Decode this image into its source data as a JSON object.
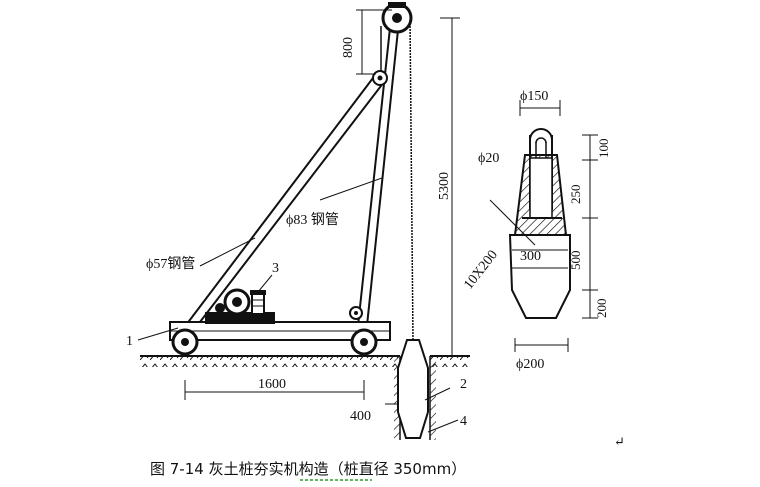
{
  "labels": {
    "pipe_57": "ϕ57钢管",
    "pipe_83": "ϕ83 钢管",
    "part_1": "1",
    "part_2": "2",
    "part_3": "3",
    "part_4": "4",
    "dim_800": "800",
    "dim_5300": "5300",
    "dim_1600": "1600",
    "dim_400": "400"
  },
  "detail": {
    "d150": "ϕ150",
    "d20": "ϕ20",
    "d200": "ϕ200",
    "w300": "300",
    "dim_10x200": "10X200",
    "dim_100": "100",
    "dim_250": "250",
    "dim_500": "500",
    "dim_200": "200"
  },
  "caption": "图 7-14  灰土桩夯实机构造（桩直径 350mm）",
  "return_mark": "↵"
}
